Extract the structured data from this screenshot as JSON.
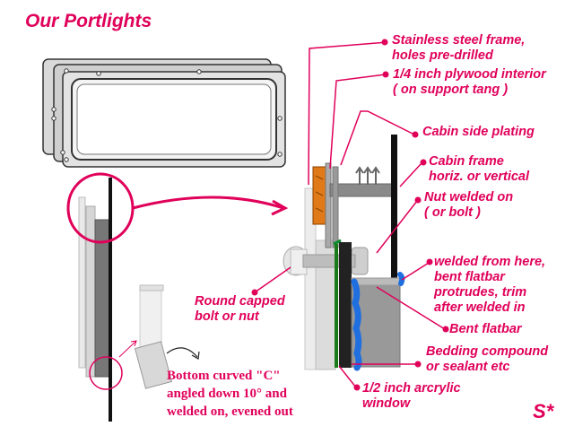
{
  "title": "Our Portlights",
  "signature": "S*",
  "labels": {
    "stainless": [
      "Stainless steel frame,",
      "holes pre-drilled"
    ],
    "plywood": [
      "1/4 inch plywood interior",
      "( on support tang )"
    ],
    "cabin_side": "Cabin side plating",
    "cabin_frame": [
      "Cabin frame",
      "horiz. or vertical"
    ],
    "nut": [
      "Nut welded on",
      "( or bolt )"
    ],
    "welded": [
      "welded from here,",
      "bent flatbar",
      "protrudes, trim",
      "after welded in"
    ],
    "bent_flatbar": "Bent flatbar",
    "bedding": [
      "Bedding compound",
      "or sealant etc"
    ],
    "acrylic": [
      "1/2 inch arcrylic",
      "window"
    ],
    "round_bolt": [
      "Round capped",
      "bolt or nut"
    ],
    "bottom_note": [
      "Bottom curved \"C\"",
      "angled down 10° and",
      "welded on, evened out"
    ]
  },
  "colors": {
    "accent": "#e0005a",
    "frame_gray": "#8a8a8a",
    "plywood_orange": "#e07a18",
    "sealant_blue": "#1f6fe0",
    "acrylic_green": "#1a7a1a"
  }
}
